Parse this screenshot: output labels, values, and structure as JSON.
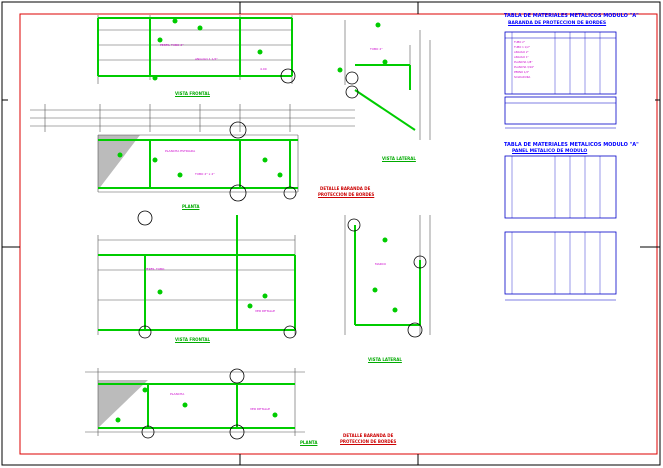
{
  "tables": {
    "t1_title": "TABLA DE MATERIALES METALICOS MODULO \"A\"",
    "t1_subtitle": "BARANDA DE PROTECCION DE BORDES",
    "t2_title": "TABLA DE MATERIALES METALICOS MODULO \"A\"",
    "t2_subtitle": "PANEL METALICO DE MODULO"
  },
  "views": {
    "vista_frontal_top": "VISTA FRONTAL",
    "planta_top": "PLANTA",
    "vista_lateral_top": "VISTA LATERAL",
    "detalle_top_1": "DETALLE BARANDA DE",
    "detalle_top_2": "PROTECCION DE BORDES",
    "vista_frontal_bottom": "VISTA FRONTAL",
    "vista_lateral_bottom": "VISTA LATERAL",
    "planta_bottom": "PLANTA",
    "detalle_bottom_1": "DETALLE BARANDA DE",
    "detalle_bottom_2": "PROTECCION DE BORDES"
  }
}
